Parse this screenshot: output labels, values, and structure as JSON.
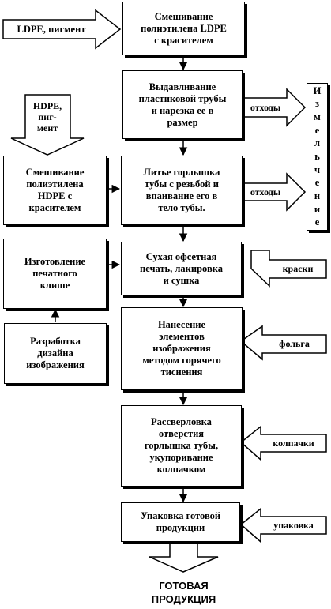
{
  "steps": {
    "s1": "Смешивание\nполиэтилена LDPE\nс красителем",
    "s2": "Выдавливание\nпластиковой трубы\nи нарезка ее в\nразмер",
    "s3": "Литье горлышка\nтубы с резьбой и\nвпаивание его в\nтело тубы.",
    "s4": "Сухая офсетная\nпечать, лакировка\nи сушка",
    "s5": "Нанесение\nэлементов\nизображения\nметодом горячего\nтиснения",
    "s6": "Рассверловка\nотверстия\nгорлышка тубы,\nукупоривание\nколпачком",
    "s7": "Упаковка готовой\nпродукции"
  },
  "side": {
    "hdpe_mix": "Смешивание\nполиэтилена\nHDPE с\nкрасителем",
    "cliche": "Изготовление\nпечатного\nклише",
    "design": "Разработка\nдизайна\nизображения"
  },
  "inputs": {
    "ldpe": "LDPE, пигмент",
    "hdpe": "HDPE,\nпиг-\nмент",
    "paints": "краски",
    "foil": "фольга",
    "caps": "колпачки",
    "packing": "упаковка"
  },
  "waste": {
    "w1": "отходы",
    "w2": "отходы"
  },
  "grinding": {
    "letters": [
      "И",
      "з",
      "м",
      "е",
      "л",
      "ь",
      "ч",
      "е",
      "н",
      "и",
      "е"
    ]
  },
  "output": {
    "final": "ГОТОВАЯ\nПРОДУКЦИЯ"
  }
}
